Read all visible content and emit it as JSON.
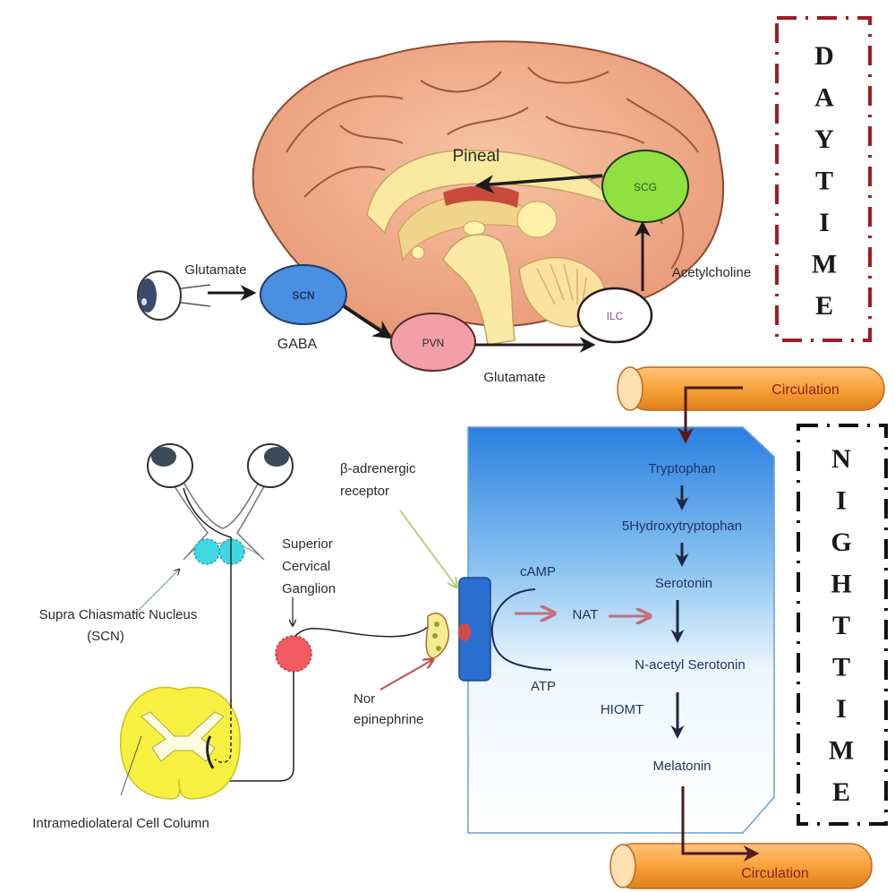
{
  "daytime": {
    "banner_letters": [
      "D",
      "A",
      "Y",
      "T",
      "I",
      "M",
      "E"
    ],
    "border_color": "#a01c22",
    "pineal_label": "Pineal",
    "nodes": {
      "scn": {
        "label": "SCN",
        "color": "#4a8fe0"
      },
      "pvn": {
        "label": "PVN",
        "color": "#f2a0a6"
      },
      "ilc": {
        "label": "ILC",
        "color": "#ffffff"
      },
      "scg": {
        "label": "SCG",
        "color": "#8fe040"
      }
    },
    "edges": {
      "eye_to_scn": "Glutamate",
      "scn_to_pvn": "GABA",
      "pvn_to_ilc": "Glutamate",
      "ilc_to_scg": "Acetylcholine"
    }
  },
  "nighttime": {
    "banner_letters": [
      "N",
      "I",
      "G",
      "H",
      "T",
      "T",
      "I",
      "M",
      "E"
    ],
    "border_color": "#111111",
    "labels": {
      "beta_receptor_line1": "β-adrenergic",
      "beta_receptor_line2": "receptor",
      "scg_line1": "Superior",
      "scg_line2": "Cervical",
      "scg_line3": "Ganglion",
      "scn_line1": "Supra Chiasmatic Nucleus",
      "scn_line2": "(SCN)",
      "norepi_line1": "Nor",
      "norepi_line2": "epinephrine",
      "iml": "Intramediolateral Cell Column"
    },
    "cell": {
      "camp": "cAMP",
      "atp": "ATP",
      "nat": "NAT",
      "hiomt": "HIOMT",
      "pathway": [
        "Tryptophan",
        "5Hydroxytryptophan",
        "Serotonin",
        "N-acetyl Serotonin",
        "Melatonin"
      ],
      "gradient_top": "#2a7fe0",
      "gradient_bottom": "#ffffff"
    },
    "circulation_top": "Circulation",
    "circulation_bottom": "Circulation",
    "vessel_color": "#f7a23a"
  }
}
